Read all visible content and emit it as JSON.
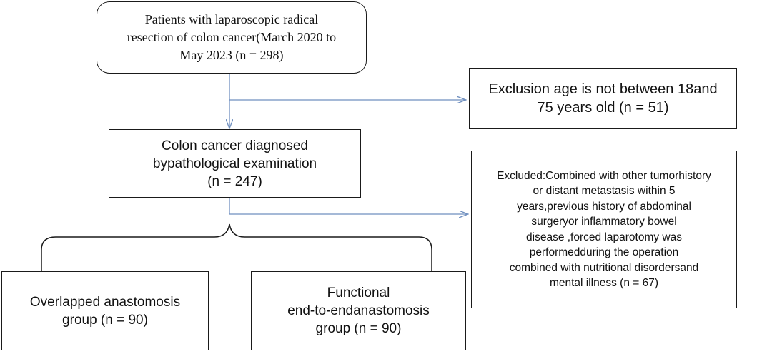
{
  "flowchart": {
    "patients": "Patients with laparoscopic radical\nresection of colon cancer(March 2020 to\nMay 2023 (n = 298)",
    "exclusion_age": "Exclusion age is not between 18and\n75 years old (n = 51)",
    "diagnosed": "Colon cancer diagnosed\nbypathological examination\n(n = 247)",
    "excluded_other": "Excluded:Combined with other tumorhistory\nor distant metastasis within 5\nyears,previous history of abdominal\nsurgeryor inflammatory bowel\ndisease ,forced laparotomy was\nperformedduring the operation\ncombined with nutritional disordersand\nmental illness (n = 67)",
    "overlapped_group": "Overlapped anastomosis\ngroup (n = 90)",
    "fe2e_group": "Functional\nend-to-endanastomosis\ngroup (n = 90)"
  },
  "colors": {
    "arrow": "#6f8fbf",
    "border": "#1a1a1a",
    "text": "#111111"
  }
}
